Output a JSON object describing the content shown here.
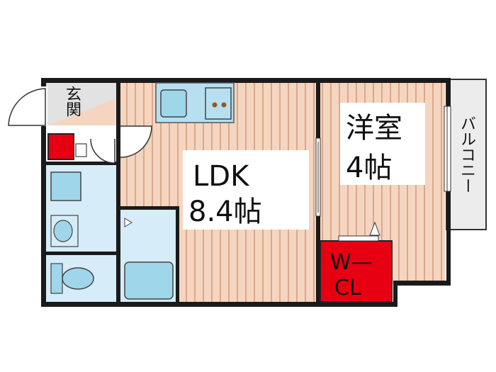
{
  "rooms": {
    "ldk": {
      "name": "LDK",
      "size": "8.4帖"
    },
    "western": {
      "name": "洋室",
      "size": "4帖"
    },
    "balcony": {
      "name": "バルコニー"
    },
    "entrance": {
      "name": "玄関"
    },
    "walkin_closet": {
      "line1": "W—",
      "line2": "CL"
    }
  },
  "colors": {
    "floor": "#f5d5c0",
    "floor_lines": "#d9a98c",
    "wet_area": "#d6ecf8",
    "fixture": "#9fd6ea",
    "entrance": "#e2e2e2",
    "closet": "#e60012",
    "wall": "#1a1a1a"
  }
}
